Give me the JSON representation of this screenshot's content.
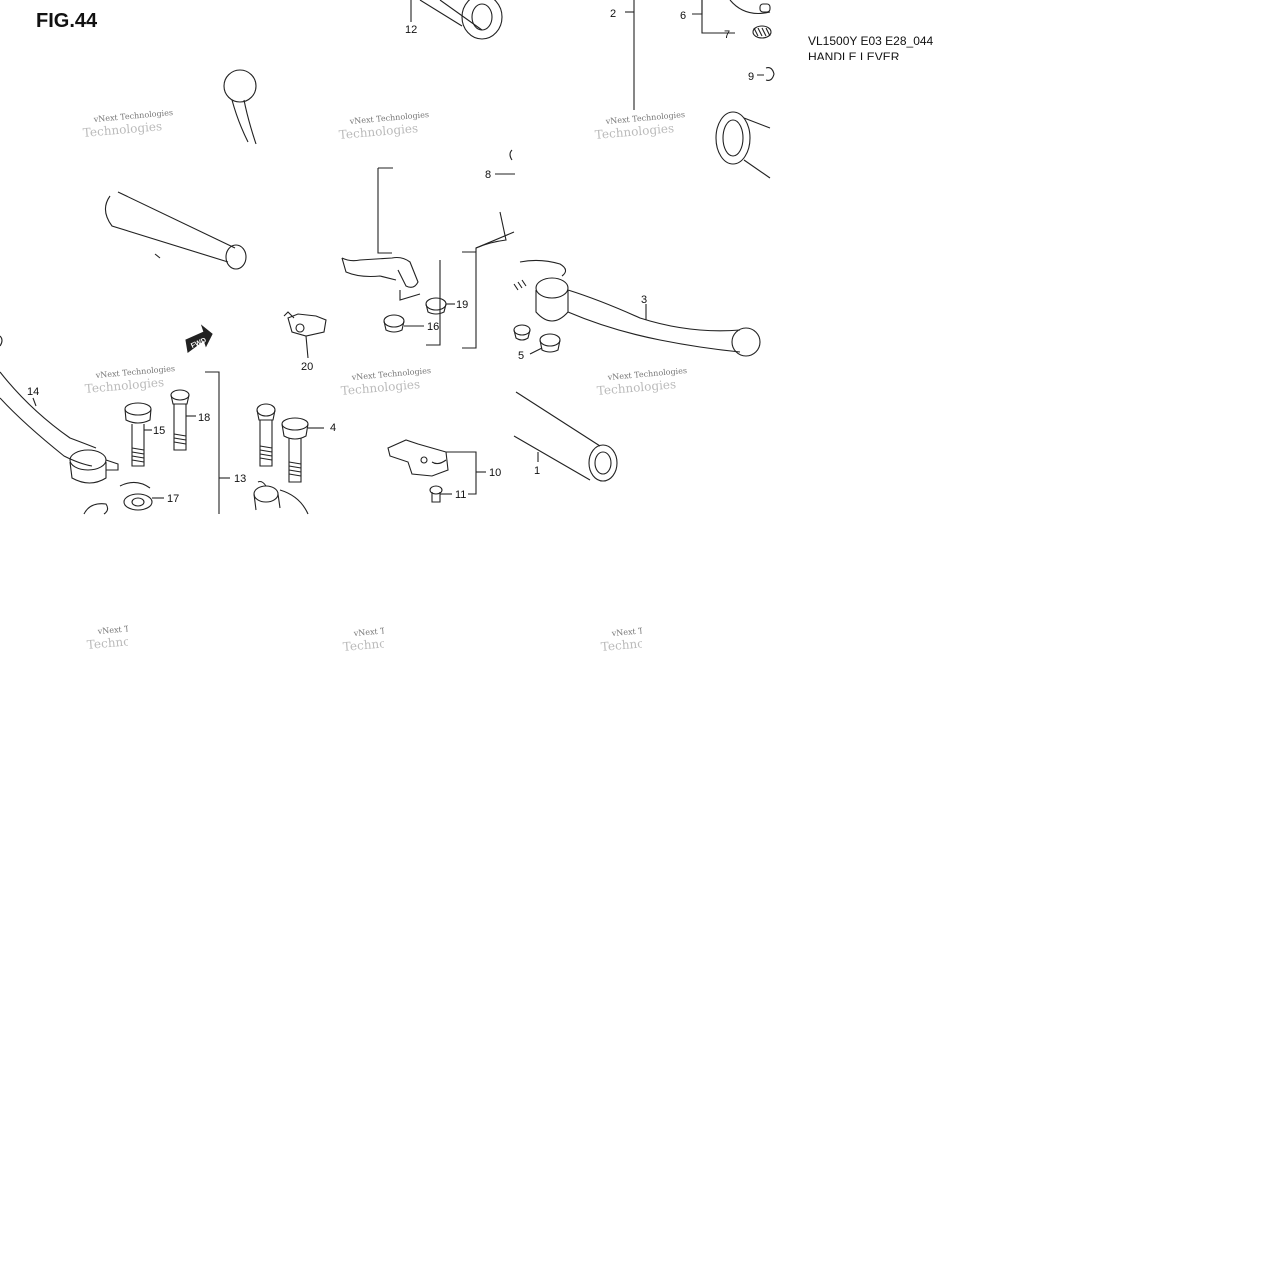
{
  "figure": {
    "label": "FIG.44",
    "model_code": "VL1500Y E03 E28_044",
    "part_name": "HANDLE LEVER"
  },
  "arrow_label": "FWD",
  "watermark": {
    "line1": "vNext Technologies",
    "line2": "Technologies"
  },
  "callouts": [
    "1",
    "2",
    "3",
    "4",
    "5",
    "6",
    "7",
    "8",
    "9",
    "10",
    "11",
    "12",
    "13",
    "14",
    "15",
    "16",
    "17",
    "18",
    "19",
    "20"
  ]
}
